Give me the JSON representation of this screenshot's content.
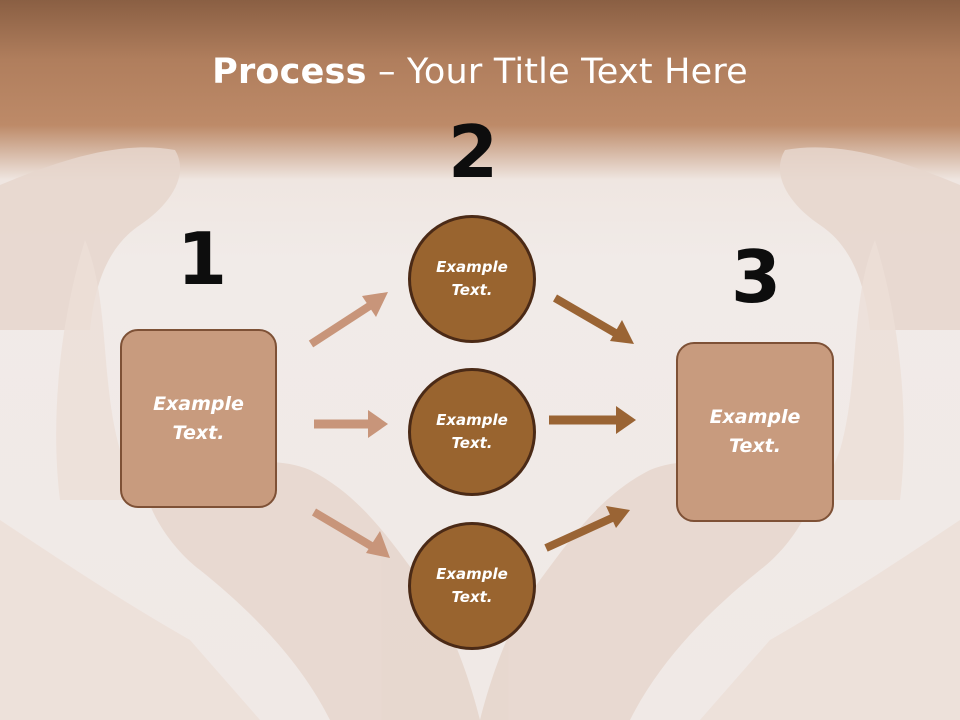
{
  "title": {
    "bold": "Process",
    "rest": " – Your Title Text Here"
  },
  "steps": [
    {
      "number": "1",
      "text_line1": "Example",
      "text_line2": "Text."
    },
    {
      "number": "2"
    },
    {
      "number": "3",
      "text_line1": "Example",
      "text_line2": "Text."
    }
  ],
  "circles": [
    {
      "text_line1": "Example",
      "text_line2": "Text."
    },
    {
      "text_line1": "Example",
      "text_line2": "Text."
    },
    {
      "text_line1": "Example",
      "text_line2": "Text."
    }
  ],
  "colors": {
    "box_fill": "#c89b7e",
    "circle_fill": "#99642f",
    "arrow_light": "#c8957a",
    "arrow_dark": "#9a6434"
  }
}
